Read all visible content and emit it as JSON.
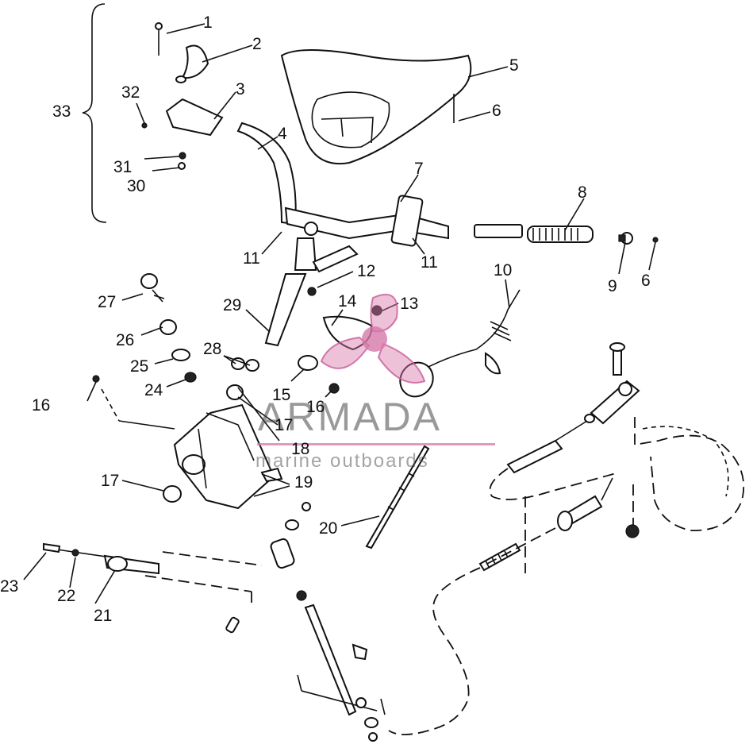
{
  "diagram": {
    "callouts": [
      {
        "id": "c1",
        "text": "1"
      },
      {
        "id": "c2",
        "text": "2"
      },
      {
        "id": "c3",
        "text": "3"
      },
      {
        "id": "c4",
        "text": "4"
      },
      {
        "id": "c5",
        "text": "5"
      },
      {
        "id": "c6a",
        "text": "6"
      },
      {
        "id": "c6b",
        "text": "6"
      },
      {
        "id": "c7",
        "text": "7"
      },
      {
        "id": "c8",
        "text": "8"
      },
      {
        "id": "c9",
        "text": "9"
      },
      {
        "id": "c10",
        "text": "10"
      },
      {
        "id": "c11a",
        "text": "11"
      },
      {
        "id": "c11b",
        "text": "11"
      },
      {
        "id": "c12",
        "text": "12"
      },
      {
        "id": "c13",
        "text": "13"
      },
      {
        "id": "c14",
        "text": "14"
      },
      {
        "id": "c15",
        "text": "15"
      },
      {
        "id": "c16a",
        "text": "16"
      },
      {
        "id": "c16b",
        "text": "16"
      },
      {
        "id": "c17a",
        "text": "17"
      },
      {
        "id": "c17b",
        "text": "17"
      },
      {
        "id": "c18",
        "text": "18"
      },
      {
        "id": "c19",
        "text": "19"
      },
      {
        "id": "c20",
        "text": "20"
      },
      {
        "id": "c21",
        "text": "21"
      },
      {
        "id": "c22",
        "text": "22"
      },
      {
        "id": "c23",
        "text": "23"
      },
      {
        "id": "c24",
        "text": "24"
      },
      {
        "id": "c25",
        "text": "25"
      },
      {
        "id": "c26",
        "text": "26"
      },
      {
        "id": "c27",
        "text": "27"
      },
      {
        "id": "c28",
        "text": "28"
      },
      {
        "id": "c29",
        "text": "29"
      },
      {
        "id": "c30",
        "text": "30"
      },
      {
        "id": "c31",
        "text": "31"
      },
      {
        "id": "c32",
        "text": "32"
      },
      {
        "id": "c33",
        "text": "33"
      }
    ]
  },
  "watermark": {
    "brand": "ARMADA",
    "tagline": "marine outboards",
    "accent_color": "#d678aa"
  }
}
